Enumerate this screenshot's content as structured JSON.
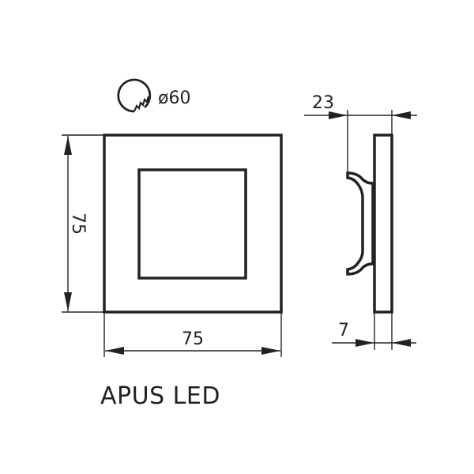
{
  "product_name": "APUS LED",
  "cutout_label": "ø60",
  "dimensions": {
    "width": "75",
    "height": "75",
    "depth_total": "23",
    "depth_front": "7"
  },
  "icons": {
    "cutout": "hole-saw-icon"
  },
  "colors": {
    "line": "#222222",
    "background": "#ffffff"
  }
}
